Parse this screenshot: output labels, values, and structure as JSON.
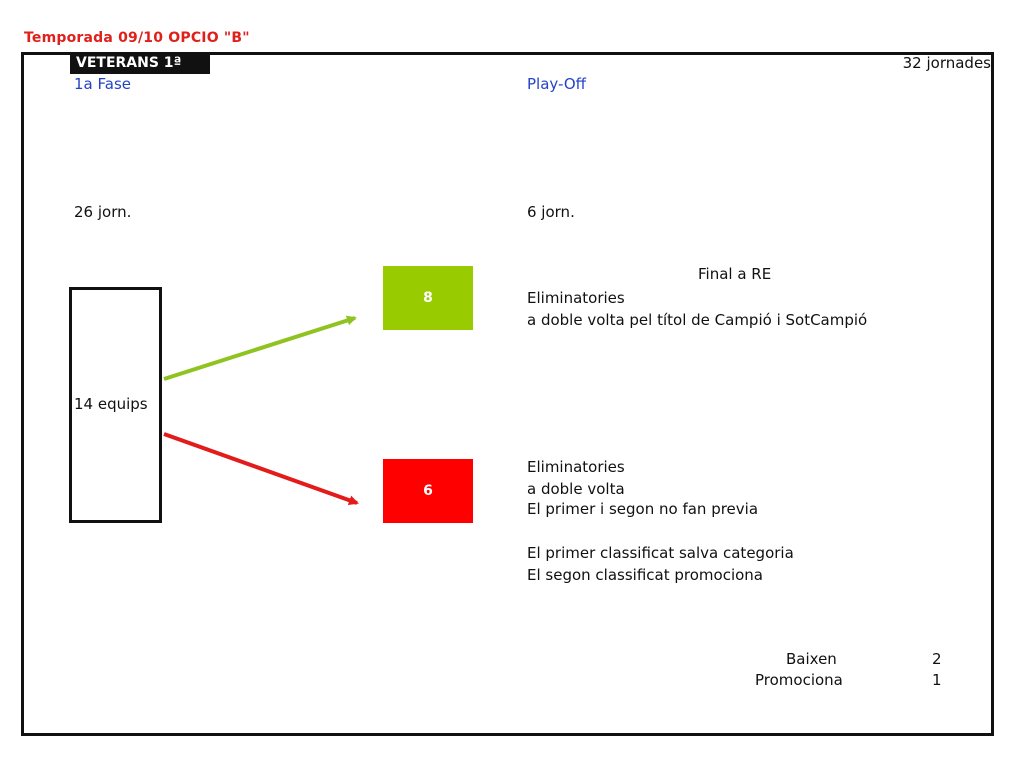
{
  "header": {
    "title": "Temporada 09/10   OPCIO \"B\""
  },
  "badge": {
    "label": "VETERANS 1ª"
  },
  "total": {
    "label": "32  jornades"
  },
  "phase1": {
    "title": "1a Fase",
    "jornades": "26 jorn.",
    "teams": "14 equips"
  },
  "playoff": {
    "title": "Play-Off",
    "jornades": "6 jorn."
  },
  "top_group": {
    "count": "8",
    "color": "#99cc00",
    "lines": [
      "Final a RE",
      "Eliminatories",
      "a doble volta pel títol de Campió i SotCampió"
    ]
  },
  "bottom_group": {
    "count": "6",
    "color": "#ff0000",
    "lines": [
      "Eliminatories",
      "a doble volta",
      "El primer i segon no fan previa",
      "El primer classificat salva categoria",
      "El segon classificat promociona"
    ]
  },
  "summary": [
    {
      "label": "Baixen",
      "value": "2"
    },
    {
      "label": "Promociona",
      "value": "1"
    }
  ],
  "colors": {
    "header": "#e0201b",
    "phase_titles": "#2442c8",
    "green_arrow": "#8fc31f",
    "red_arrow": "#e31b1b"
  }
}
